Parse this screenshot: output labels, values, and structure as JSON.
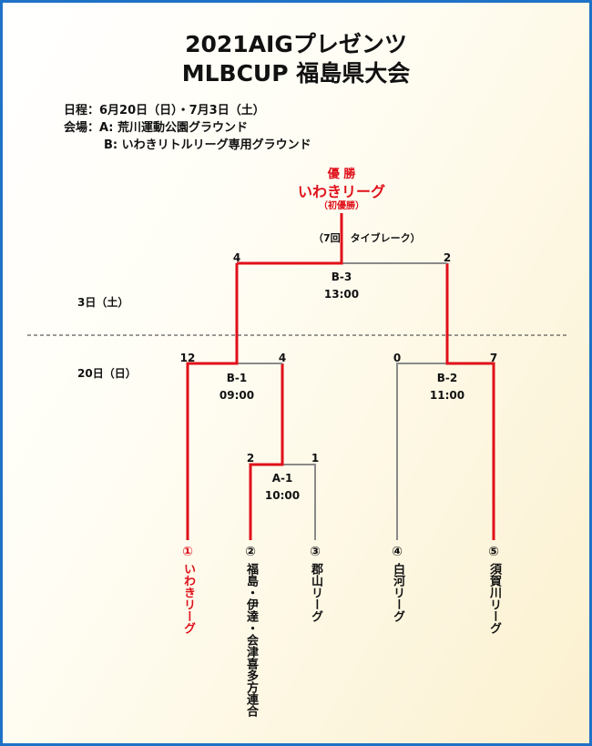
{
  "title": {
    "line1": "2021AIGプレゼンツ",
    "line2": "MLBCUP 福島県大会"
  },
  "info": {
    "schedule": "日程：6月20日（日）・7月3日（土）",
    "venue_a": "会場：A: 荒川運動公園グラウンド",
    "venue_b": "B: いわきリトルリーグ専用グラウンド"
  },
  "day_labels": {
    "day2": "3日（土）",
    "day1": "20日（日）"
  },
  "winner": {
    "heading": "優 勝",
    "team": "いわきリーグ",
    "note": "（初優勝）"
  },
  "final_note": "（7回　タイブレーク）",
  "matches": {
    "b3": {
      "code": "B-3",
      "time": "13:00",
      "left_score": "4",
      "right_score": "2"
    },
    "b1": {
      "code": "B-1",
      "time": "09:00",
      "left_score": "12",
      "right_score": "4"
    },
    "b2": {
      "code": "B-2",
      "time": "11:00",
      "left_score": "0",
      "right_score": "7"
    },
    "a1": {
      "code": "A-1",
      "time": "10:00",
      "left_score": "2",
      "right_score": "1"
    }
  },
  "teams": [
    {
      "num": "①",
      "name": "いわきリーグ"
    },
    {
      "num": "②",
      "name": "福島・伊達・会津喜多方連合"
    },
    {
      "num": "③",
      "name": "郡山リーグ"
    },
    {
      "num": "④",
      "name": "白河リーグ"
    },
    {
      "num": "⑤",
      "name": "須賀川リーグ"
    }
  ],
  "colors": {
    "win_line": "#e0101a",
    "loss_line": "#8a8a8a",
    "border": "#1f72c6"
  }
}
